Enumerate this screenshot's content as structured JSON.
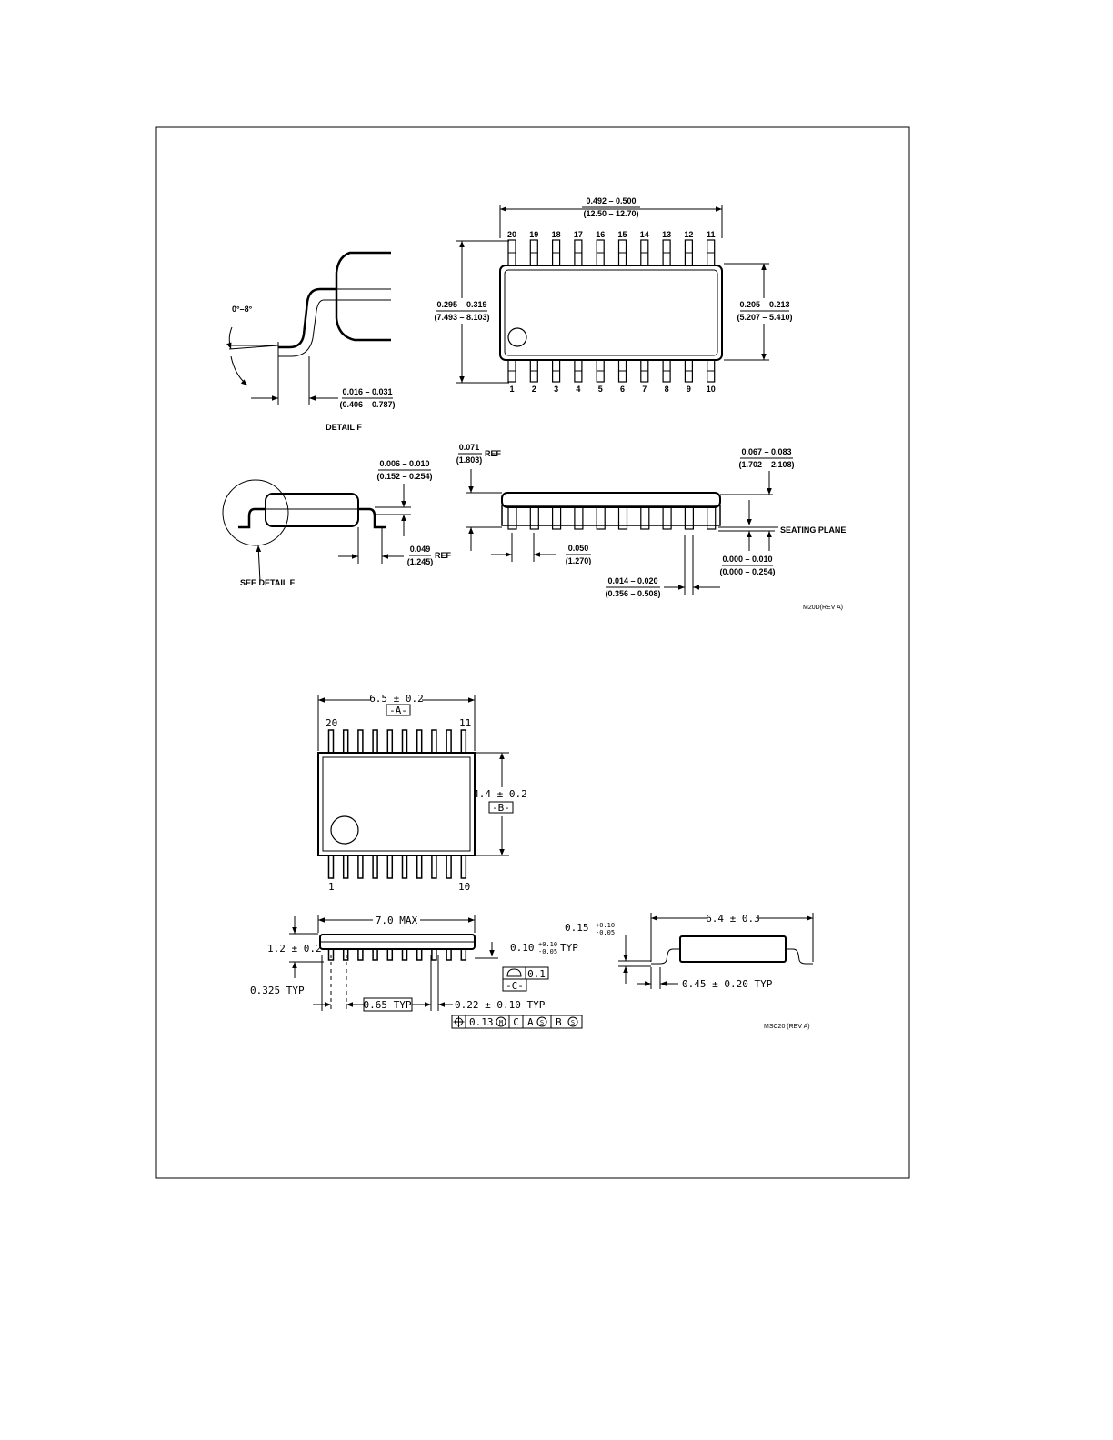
{
  "m20d": {
    "length_in": "0.492 – 0.500",
    "length_mm": "(12.50 – 12.70)",
    "span_in": "0.295 – 0.319",
    "span_mm": "(7.493 – 8.103)",
    "body_in": "0.205 – 0.213",
    "body_mm": "(5.207 – 5.410)",
    "top_pins": [
      "20",
      "19",
      "18",
      "17",
      "16",
      "15",
      "14",
      "13",
      "12",
      "11"
    ],
    "bottom_pins": [
      "1",
      "2",
      "3",
      "4",
      "5",
      "6",
      "7",
      "8",
      "9",
      "10"
    ],
    "angle": "0°–8°",
    "foot_in": "0.016 – 0.031",
    "foot_mm": "(0.406 – 0.787)",
    "detail_label": "DETAIL F",
    "lead_thk_in": "0.006 – 0.010",
    "lead_thk_mm": "(0.152 – 0.254)",
    "lead_ref_in": "0.049",
    "lead_ref_mm": "(1.245)",
    "ref": "REF",
    "see_detail": "SEE DETAIL F",
    "standoff_ref_in": "0.071",
    "standoff_ref_mm": "(1.803)",
    "height_in": "0.067 – 0.083",
    "height_mm": "(1.702 – 2.108)",
    "seating_plane": "SEATING PLANE",
    "pitch_in": "0.050",
    "pitch_mm": "(1.270)",
    "clearance_in": "0.000 – 0.010",
    "clearance_mm": "(0.000 – 0.254)",
    "width_in": "0.014 – 0.020",
    "width_mm": "(0.356 – 0.508)",
    "rev": "M20D(REV A)"
  },
  "msc20": {
    "length": "6.5 ± 0.2",
    "datum_a": "-A-",
    "pin_20": "20",
    "pin_11": "11",
    "pin_1": "1",
    "pin_10": "10",
    "body_width": "4.4 ± 0.2",
    "datum_b": "-B-",
    "max_len": "7.0 MAX",
    "height": "1.2 ± 0.2",
    "lead_thk": "0.10",
    "lead_thk_tol_plus": "+0.10",
    "lead_thk_tol_minus": "-0.05",
    "typ": "TYP",
    "flatness": "0.1",
    "datum_c": "-C-",
    "edge": "0.325 TYP",
    "pitch": "0.65 TYP",
    "lead_width": "0.22 ± 0.10 TYP",
    "tol_frame": [
      "0.13",
      "C",
      "A",
      "B"
    ],
    "standoff": "0.15",
    "standoff_tol_plus": "+0.10",
    "standoff_tol_minus": "-0.05",
    "span": "6.4 ± 0.3",
    "foot": "0.45 ± 0.20 TYP",
    "rev": "MSC20 (REV A)"
  }
}
